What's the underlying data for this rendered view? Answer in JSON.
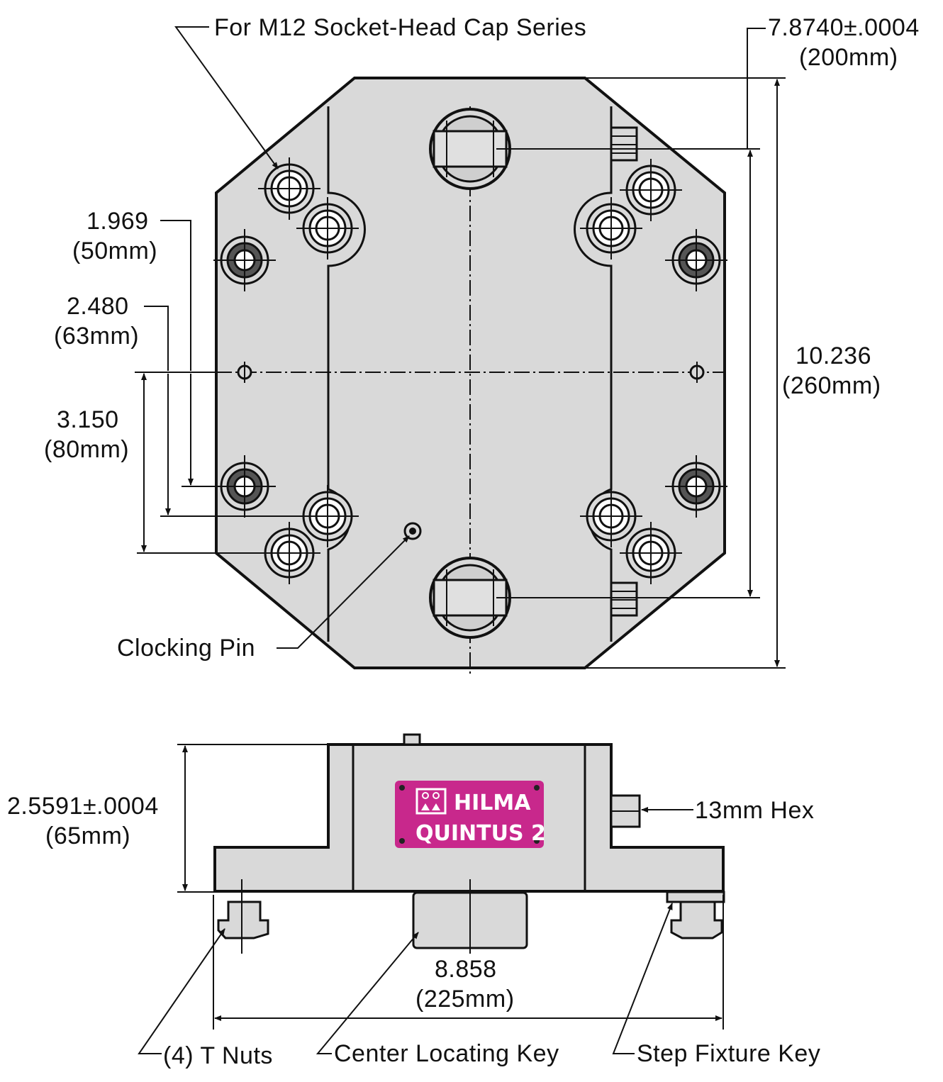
{
  "callouts": {
    "screw_note": "For M12 Socket-Head Cap Series",
    "clocking_pin": "Clocking Pin",
    "hex": "13mm Hex",
    "t_nuts": "(4) T Nuts",
    "center_key": "Center Locating Key",
    "step_key": "Step Fixture Key"
  },
  "dimensions": {
    "width_200": {
      "inch": "7.8740±.0004",
      "mm": "(200mm)"
    },
    "height_260": {
      "inch": "10.236",
      "mm": "(260mm)"
    },
    "dim_50": {
      "inch": "1.969",
      "mm": "(50mm)"
    },
    "dim_63": {
      "inch": "2.480",
      "mm": "(63mm)"
    },
    "dim_80": {
      "inch": "3.150",
      "mm": "(80mm)"
    },
    "height_65": {
      "inch": "2.5591±.0004",
      "mm": "(65mm)"
    },
    "width_225": {
      "inch": "8.858",
      "mm": "(225mm)"
    }
  },
  "nameplate": {
    "brand": "HILMA",
    "model": "QUINTUS 2",
    "color": "#c8288c"
  },
  "colors": {
    "body": "#d9d9d9",
    "line": "#111111"
  }
}
